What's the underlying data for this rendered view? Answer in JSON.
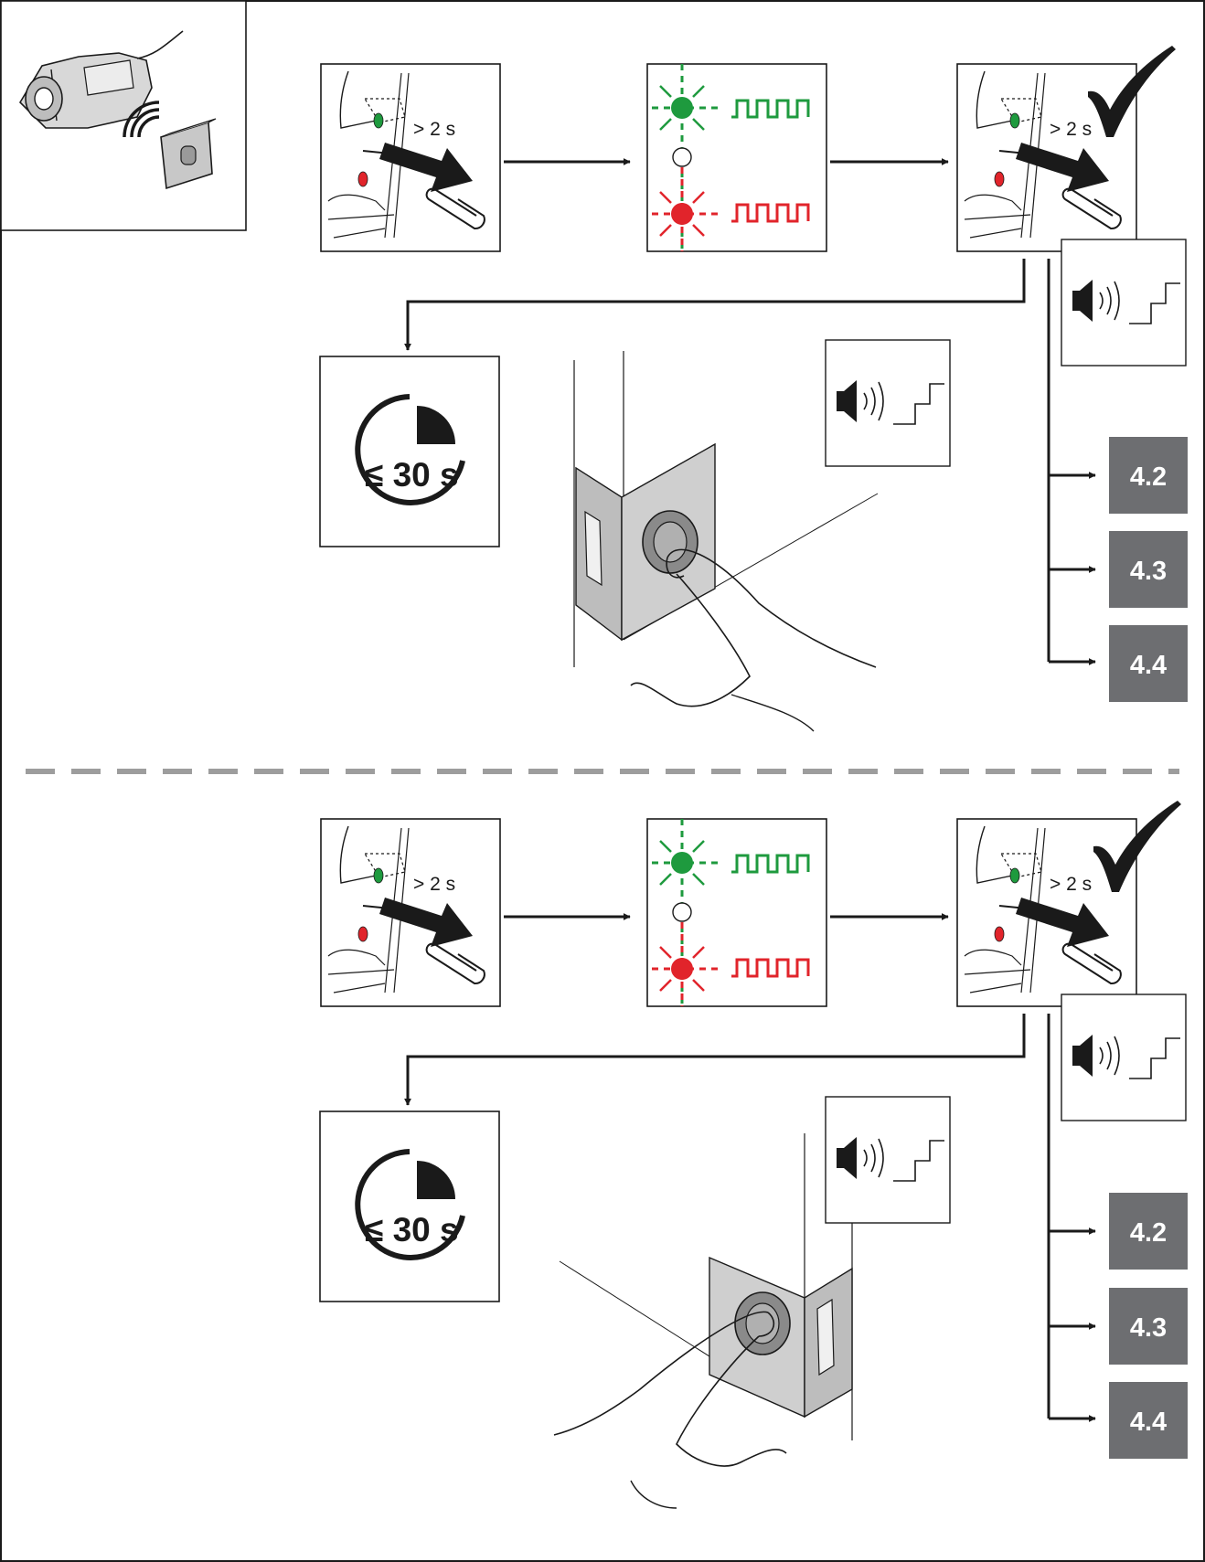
{
  "accent_green": "#1e9a3e",
  "accent_red": "#e1242b",
  "ref_box_color": "#6d6e71",
  "top": {
    "step1_caption": "> 2 s",
    "step3_caption": "> 2 s",
    "timer_label": "≤ 30 s",
    "references": [
      "4.2",
      "4.3",
      "4.4"
    ]
  },
  "bottom": {
    "step1_caption": "> 2 s",
    "step3_caption": "> 2 s",
    "timer_label": "≤ 30 s",
    "references": [
      "4.2",
      "4.3",
      "4.4"
    ]
  },
  "icons": {
    "confirm": "checkmark-icon",
    "sound": "speaker-icon",
    "steps": "ascending-tone-icon",
    "wireless": "wireless-signal-icon"
  }
}
